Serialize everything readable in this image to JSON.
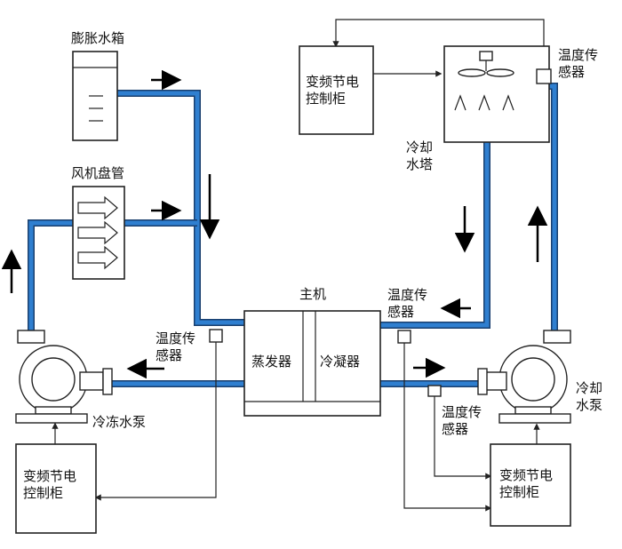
{
  "colors": {
    "pipe": "#2f7fd0",
    "pipe_edge": "#1a3f6e",
    "line": "#222222",
    "device_fill": "#ffffff"
  },
  "labels": {
    "expansion_tank": "膨胀水箱",
    "fan_coil": "风机盘管",
    "main_unit": "主机",
    "evaporator": "蒸发器",
    "condenser": "冷凝器",
    "chilled_pump": "冷冻水泵",
    "cooling_pump_line1": "冷却",
    "cooling_pump_line2": "水泵",
    "cooling_tower_line1": "冷却",
    "cooling_tower_line2": "水塔",
    "sensor_line1": "温度传",
    "sensor_line2": "感器",
    "vfd_line1": "变频节电",
    "vfd_line2": "控制柜"
  },
  "icons": {
    "flow_arrow": "arrow-icon",
    "fan": "fan-icon",
    "pump": "pump-icon"
  }
}
